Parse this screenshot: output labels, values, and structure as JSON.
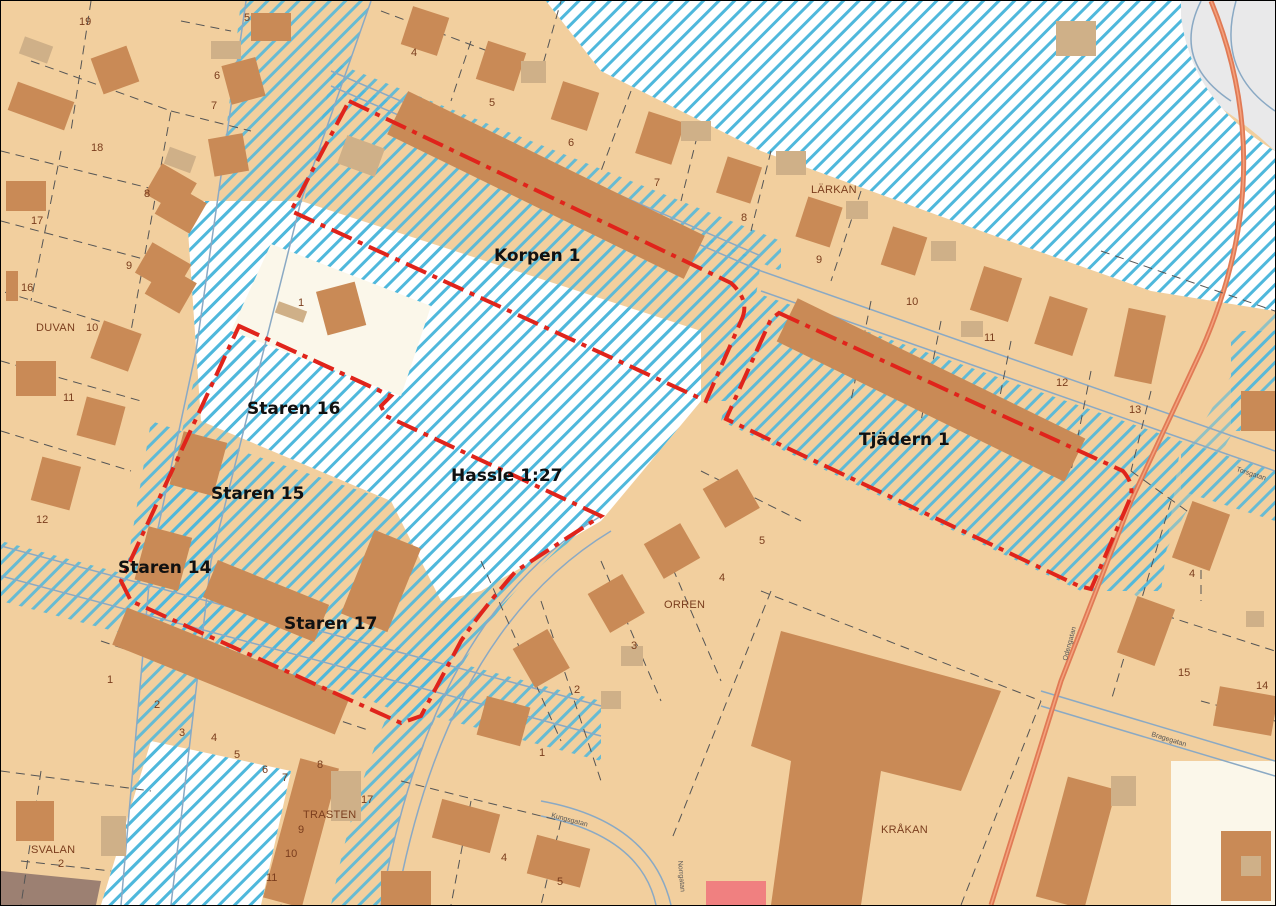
{
  "colors": {
    "land": "#f2cf9e",
    "building": "#c98a56",
    "outbuilding": "#cfb088",
    "hatch": "#4fb8dc",
    "open_space": "#fbf7ea",
    "grey_area": "#e9e9ea",
    "road_edge": "#8aa9c4",
    "main_road": "#e07a55",
    "boundary": "#e0241b",
    "plot_line": "#555555",
    "dark_corner": "#9c8072",
    "pink_building": "#f08080"
  },
  "labels": {
    "korpen": "Korpen 1",
    "tjadern": "Tjädern 1",
    "staren16": "Staren 16",
    "staren15": "Staren 15",
    "staren14": "Staren 14",
    "staren17": "Staren 17",
    "hassle": "Hassle 1:27"
  },
  "areas": {
    "duvan": "DUVAN",
    "larkan": "LÄRKAN",
    "orren": "ORREN",
    "trasten": "TRASTEN",
    "svalan": "SVALAN",
    "krakan": "KRÅKAN"
  },
  "streets": {
    "torsgatan": "Torsgatan",
    "odengatan": "Odengatan",
    "bragegatan": "Bragegatan",
    "kungsgatan": "Kungsgatan",
    "norrgatan": "Norrgatan"
  },
  "plot_numbers": {
    "n19": "19",
    "n5top": "5",
    "n4top": "4",
    "n6left": "6",
    "n5a": "5",
    "n6a": "6",
    "n18": "18",
    "n7left": "7",
    "n7a": "7",
    "n8a": "8",
    "n8left": "8",
    "n17": "17",
    "n9a": "9",
    "n9left": "9",
    "n16": "16",
    "n1": "1",
    "n10left": "10",
    "n10a": "10",
    "n11a": "11",
    "n11left": "11",
    "n12a": "12",
    "n13": "13",
    "n12left": "12",
    "n5o": "5",
    "n4o": "4",
    "n3o": "3",
    "n2o": "2",
    "n1o": "1",
    "n4r": "4",
    "n15r": "15",
    "n14r": "14",
    "t1": "1",
    "t2": "2",
    "t3": "3",
    "t4": "4",
    "t5": "5",
    "t6": "6",
    "t7": "7",
    "t8": "8",
    "t17": "17",
    "t9": "9",
    "t10": "10",
    "t11": "11",
    "s2": "2",
    "b4": "4",
    "b5": "5"
  }
}
